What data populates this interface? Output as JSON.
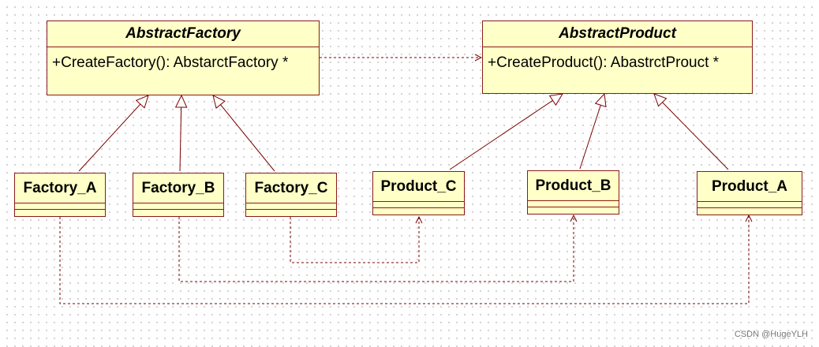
{
  "abstract_factory": {
    "name": "AbstractFactory",
    "operation": "+CreateFactory(): AbstarctFactory *"
  },
  "abstract_product": {
    "name": "AbstractProduct",
    "operation": "+CreateProduct(): AbastrctProuct *"
  },
  "factories": [
    {
      "name": "Factory_A"
    },
    {
      "name": "Factory_B"
    },
    {
      "name": "Factory_C"
    }
  ],
  "products": [
    {
      "name": "Product_C"
    },
    {
      "name": "Product_B"
    },
    {
      "name": "Product_A"
    }
  ],
  "watermark": "CSDN @HugeYLH",
  "colors": {
    "class_fill": "#ffffc8",
    "class_border": "#8b1a1a",
    "connector": "#7a0000"
  }
}
